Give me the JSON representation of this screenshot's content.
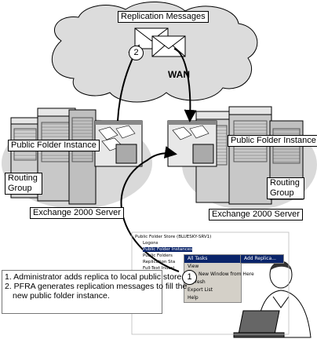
{
  "cloud": {
    "title": "Replication Messages",
    "wan": "WAN"
  },
  "steps": {
    "one": "1",
    "two": "2"
  },
  "left": {
    "instance": "Public Folder Instance",
    "routing": "Routing Group",
    "server": "Exchange 2000 Server"
  },
  "right": {
    "instance": "Public Folder Instance",
    "routing": "Routing Group",
    "server": "Exchange 2000 Server"
  },
  "notes": {
    "line1": "1. Administrator adds replica to local public store.",
    "line2": "2. PFRA generates replication messages to fill the",
    "line3": "new public folder instance."
  },
  "tree": {
    "root": "Public Folder Store (BLUESKY-SRV1)",
    "items": [
      "Logons",
      "Public Folder Instances",
      "Public Folders",
      "Replication Sta",
      "Full-Text Indexi"
    ]
  },
  "context_menu": {
    "items": [
      "All Tasks",
      "View",
      "New Window from Here",
      "Refresh",
      "Export List",
      "Help"
    ]
  },
  "submenu": {
    "item": "Add Replica..."
  }
}
